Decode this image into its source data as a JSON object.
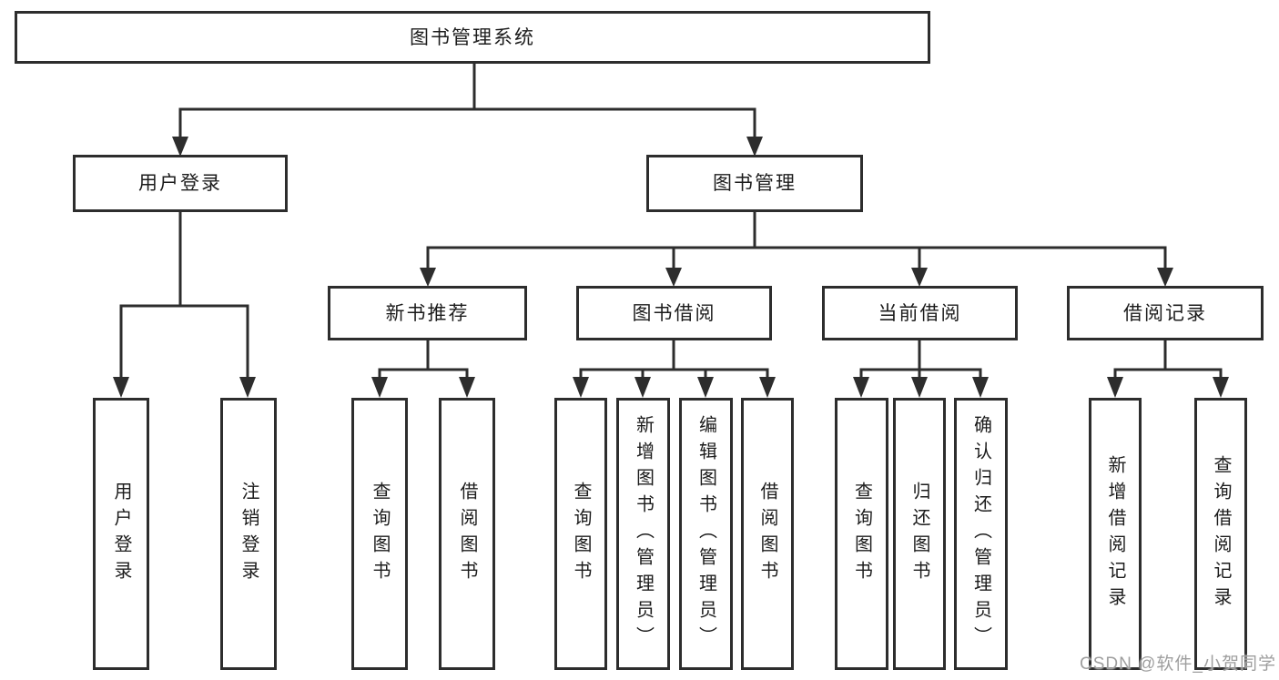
{
  "watermark": "CSDN @软件_小贺同学",
  "colors": {
    "line": "#2d2d2d",
    "box_border": "#2d2d2d",
    "text": "#1c1c1c",
    "watermark": "#9e9e9e",
    "background": "#ffffff"
  },
  "tree": {
    "label": "图书管理系统",
    "children": [
      {
        "label": "用户登录",
        "children": [
          {
            "label": "用户登录"
          },
          {
            "label": "注销登录"
          }
        ]
      },
      {
        "label": "图书管理",
        "children": [
          {
            "label": "新书推荐",
            "children": [
              {
                "label": "查询图书"
              },
              {
                "label": "借阅图书"
              }
            ]
          },
          {
            "label": "图书借阅",
            "children": [
              {
                "label": "查询图书"
              },
              {
                "label": "新增图书（管理员）"
              },
              {
                "label": "编辑图书（管理员）"
              },
              {
                "label": "借阅图书"
              }
            ]
          },
          {
            "label": "当前借阅",
            "children": [
              {
                "label": "查询图书"
              },
              {
                "label": "归还图书"
              },
              {
                "label": "确认归还（管理员）"
              }
            ]
          },
          {
            "label": "借阅记录",
            "children": [
              {
                "label": "新增借阅记录"
              },
              {
                "label": "查询借阅记录"
              }
            ]
          }
        ]
      }
    ]
  }
}
